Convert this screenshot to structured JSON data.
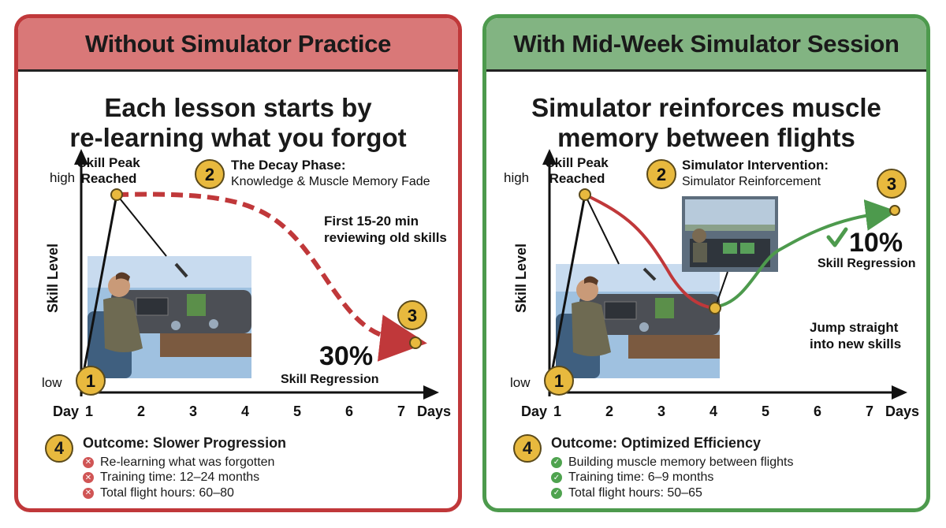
{
  "left": {
    "header": "Without Simulator Practice",
    "title_line1": "Each lesson starts by",
    "title_line2": "re-learning what you forgot",
    "peak_label_line1": "Skill Peak",
    "peak_label_line2": "Reached",
    "step2_title": "The Decay Phase:",
    "step2_subtitle": "Knowledge & Muscle Memory Fade",
    "note_line1": "First 15-20 min",
    "note_line2": "reviewing old skills",
    "regression_value": "30%",
    "regression_label": "Skill Regression",
    "outcome_title": "Outcome: Slower Progression",
    "outcome_items": [
      "Re-learning what was forgotten",
      "Training time: 12–24 months",
      "Total flight hours: 60–80"
    ]
  },
  "right": {
    "header": "With Mid-Week Simulator Session",
    "title_line1": "Simulator reinforces muscle",
    "title_line2": "memory between flights",
    "peak_label_line1": "Skill Peak",
    "peak_label_line2": "Reached",
    "step2_title": "Simulator Intervention:",
    "step2_subtitle": "Simulator Reinforcement",
    "note_line1": "Jump straight",
    "note_line2": "into new skills",
    "regression_value": "10%",
    "regression_label": "Skill Regression",
    "outcome_title": "Outcome: Optimized Efficiency",
    "outcome_items": [
      "Building muscle memory between flights",
      "Training time: 6–9 months",
      "Total flight hours: 50–65"
    ]
  },
  "axis": {
    "y_label": "Skill Level",
    "y_high": "high",
    "y_low": "low",
    "x_start": "Day",
    "x_end": "Days",
    "days": [
      "1",
      "2",
      "3",
      "4",
      "5",
      "6",
      "7"
    ]
  },
  "badges": [
    "1",
    "2",
    "3",
    "4"
  ],
  "colors": {
    "left_border": "#c0383a",
    "left_header": "#d97878",
    "right_border": "#4d9a4d",
    "right_header": "#82b482",
    "decay_line": "#c0383a",
    "recovery_line": "#4d9a4d",
    "badge": "#e8b93e"
  },
  "icons": {
    "left_list": "x-circle-icon",
    "right_list": "check-circle-icon",
    "regression_check": "checkmark-icon",
    "cockpit": "cockpit-illustration",
    "simulator": "simulator-illustration"
  }
}
